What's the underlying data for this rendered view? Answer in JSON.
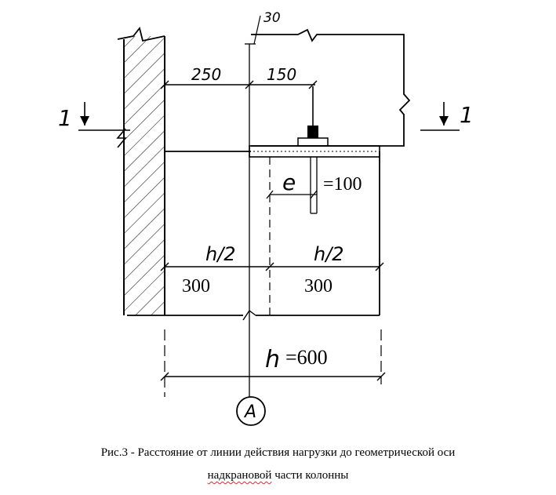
{
  "labels": {
    "dim_top": "30",
    "dim_left": "250",
    "dim_right": "150",
    "section_left_num": "1",
    "section_right_num": "1",
    "ecc_letter": "e",
    "ecc_value": "=100",
    "half_left": "h/2",
    "half_right": "h/2",
    "val_left": "300",
    "val_right": "300",
    "h_letter": "h",
    "h_value": "=600",
    "axis": "A"
  },
  "caption": {
    "line1": "Рис.3 - Расстояние от линии действия нагрузки до геометрической оси",
    "line2_word1": "надкрановой",
    "line2_rest": " части колонны"
  }
}
